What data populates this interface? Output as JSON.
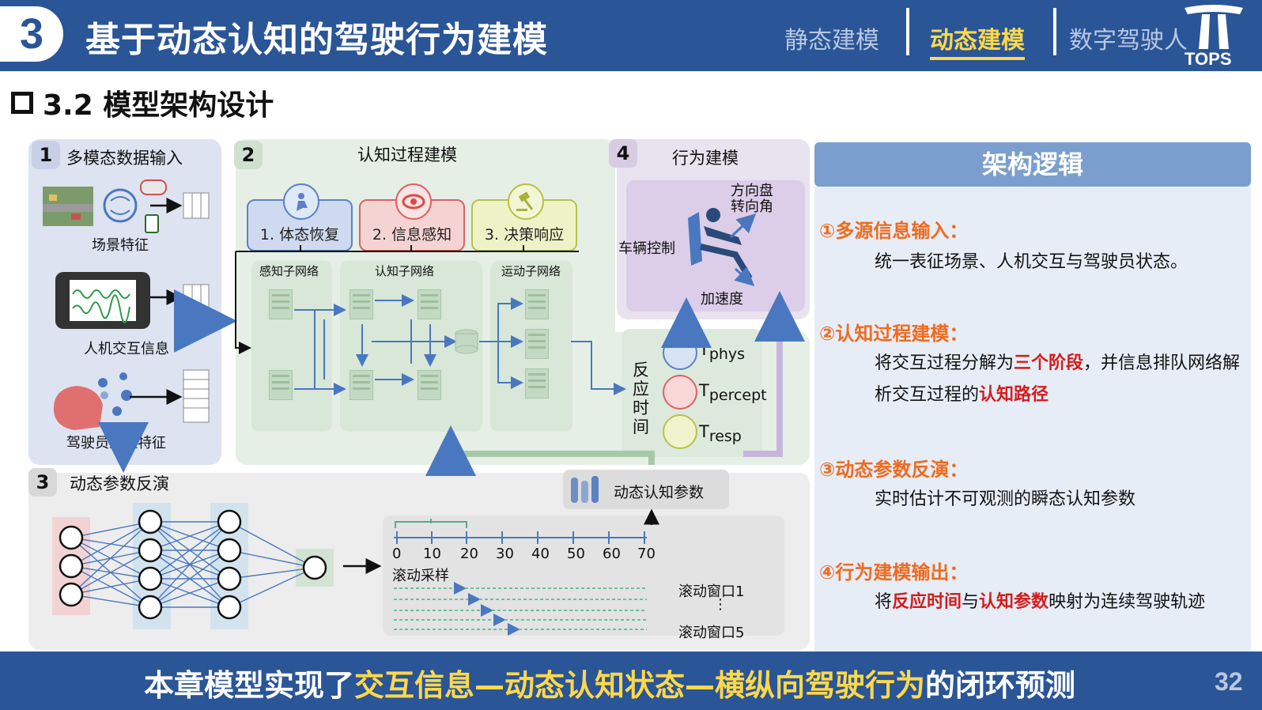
{
  "header": {
    "section_number": "3",
    "title": "基于动态认知的驾驶行为建模",
    "nav": [
      "静态建模",
      "动态建模",
      "数字驾驶人"
    ],
    "logo_text": "TOPS"
  },
  "subtitle": "3.2 模型架构设计",
  "panel1": {
    "number": "1",
    "title": "多模态数据输入",
    "items": [
      "场景特征",
      "人机交互信息",
      "驾驶员生理特征"
    ]
  },
  "panel2": {
    "number": "2",
    "title": "认知过程建模",
    "stages": [
      "1. 体态恢复",
      "2. 信息感知",
      "3. 决策响应"
    ],
    "subnets": [
      "感知子网络",
      "认知子网络",
      "运动子网络"
    ],
    "reaction_label": "反应时间",
    "t_labels": [
      {
        "base": "T",
        "sub": "phys"
      },
      {
        "base": "T",
        "sub": "percept"
      },
      {
        "base": "T",
        "sub": "resp"
      }
    ]
  },
  "panel4": {
    "number": "4",
    "title": "行为建模",
    "labels": [
      "方向盘转向角",
      "车辆控制",
      "加速度"
    ]
  },
  "panel3": {
    "number": "3",
    "title": "动态参数反演",
    "param_label": "动态认知参数",
    "ticks": [
      "0",
      "10",
      "20",
      "30",
      "40",
      "50",
      "60",
      "70"
    ],
    "sampling_label": "滚动采样",
    "window_first": "滚动窗口1",
    "window_dots": "⋮",
    "window_last": "滚动窗口5"
  },
  "logic": {
    "title": "架构逻辑",
    "items": [
      {
        "heading": "①多源信息输入：",
        "text": [
          {
            "t": "统一表征场景、人机交互与驾驶员状态。",
            "red": false
          }
        ]
      },
      {
        "heading": "②认知过程建模：",
        "text": [
          {
            "t": "将交互过程分解为",
            "red": false
          },
          {
            "t": "三个阶段",
            "red": true
          },
          {
            "t": "，并信息排队网络解析交互过程的",
            "red": false
          },
          {
            "t": "认知路径",
            "red": true
          }
        ]
      },
      {
        "heading": "③动态参数反演：",
        "text": [
          {
            "t": "实时估计不可观测的瞬态认知参数",
            "red": false
          }
        ]
      },
      {
        "heading": "④行为建模输出：",
        "text": [
          {
            "t": "将",
            "red": false
          },
          {
            "t": "反应时间",
            "red": true
          },
          {
            "t": "与",
            "red": false
          },
          {
            "t": "认知参数",
            "red": true
          },
          {
            "t": "映射为连续驾驶轨迹",
            "red": false
          }
        ]
      }
    ]
  },
  "footer": {
    "prefix": "本章模型实现了",
    "highlight": "交互信息—动态认知状态—横纵向驾驶行为",
    "suffix": "的闭环预测",
    "page": "32"
  },
  "colors": {
    "primary": "#2a5597",
    "accent": "#ffd84a",
    "orange": "#ef6b1f",
    "red": "#d51b1b"
  }
}
